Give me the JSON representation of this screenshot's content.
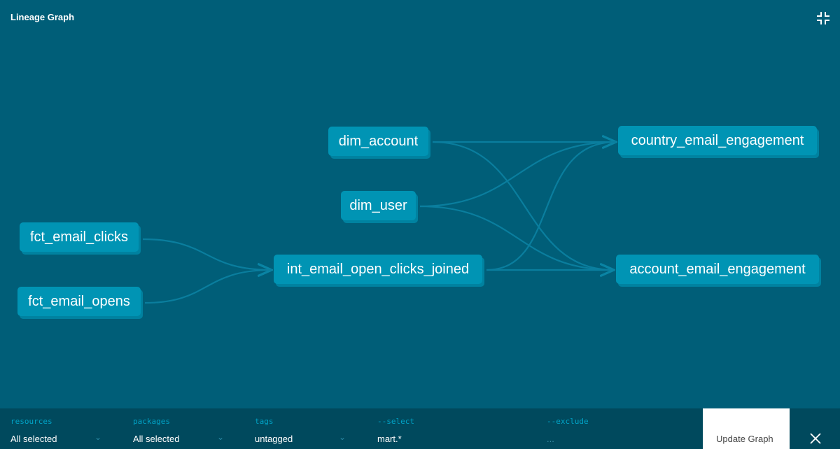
{
  "header": {
    "title": "Lineage Graph",
    "collapse_icon": "collapse-icon"
  },
  "nodes": {
    "dim_account": "dim_account",
    "dim_user": "dim_user",
    "fct_email_clicks": "fct_email_clicks",
    "fct_email_opens": "fct_email_opens",
    "int_joined": "int_email_open_clicks_joined",
    "country": "country_email_engagement",
    "account": "account_email_engagement"
  },
  "edges": [
    [
      "fct_email_clicks",
      "int_email_open_clicks_joined"
    ],
    [
      "fct_email_opens",
      "int_email_open_clicks_joined"
    ],
    [
      "dim_account",
      "country_email_engagement"
    ],
    [
      "dim_account",
      "account_email_engagement"
    ],
    [
      "dim_user",
      "country_email_engagement"
    ],
    [
      "dim_user",
      "account_email_engagement"
    ],
    [
      "int_email_open_clicks_joined",
      "country_email_engagement"
    ],
    [
      "int_email_open_clicks_joined",
      "account_email_engagement"
    ]
  ],
  "filters": {
    "resources": {
      "label": "resources",
      "value": "All selected"
    },
    "packages": {
      "label": "packages",
      "value": "All selected"
    },
    "tags": {
      "label": "tags",
      "value": "untagged"
    },
    "select": {
      "label": "--select",
      "value": "mart.*"
    },
    "exclude": {
      "label": "--exclude",
      "placeholder": "..."
    }
  },
  "update_button": "Update Graph",
  "colors": {
    "background": "#005e78",
    "node": "#0094b4",
    "edge": "#0680a0",
    "bar": "#00495d"
  }
}
